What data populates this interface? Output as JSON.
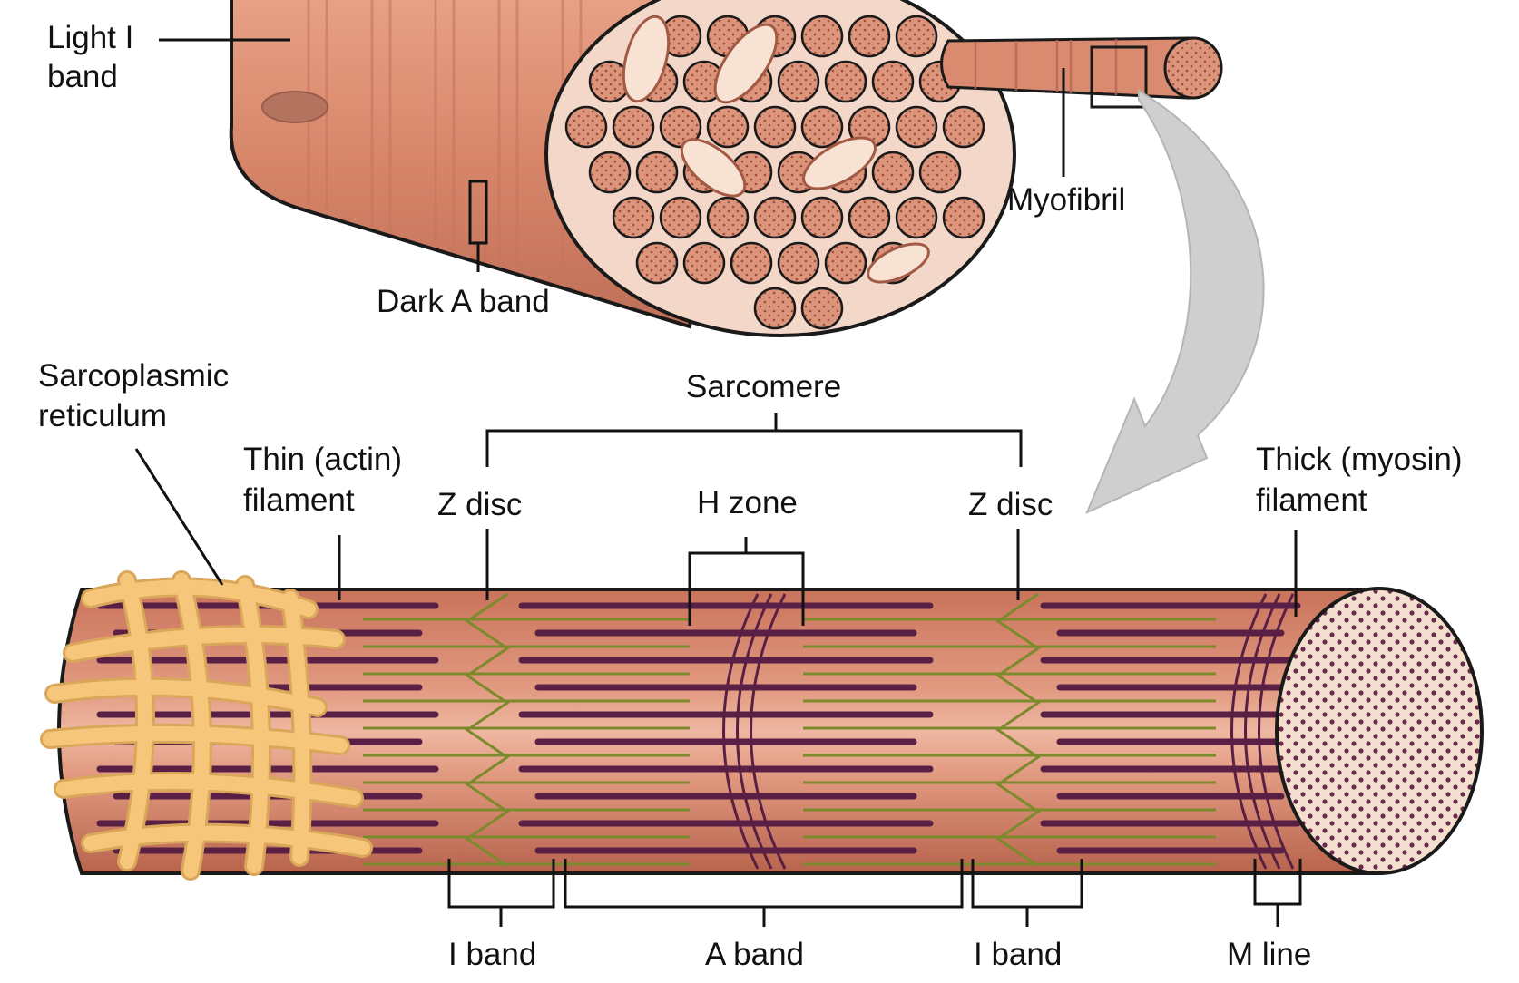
{
  "labels": {
    "light_i_band_line1": "Light I",
    "light_i_band_line2": "band",
    "dark_a_band": "Dark A band",
    "myofibril": "Myofibril",
    "sarcoplasmic_line1": "Sarcoplasmic",
    "sarcoplasmic_line2": "reticulum",
    "sarcomere": "Sarcomere",
    "thin_line1": "Thin (actin)",
    "thin_line2": "filament",
    "z_disc_left": "Z disc",
    "h_zone": "H zone",
    "z_disc_right": "Z disc",
    "thick_line1": "Thick (myosin)",
    "thick_line2": "filament",
    "i_band_left": "I band",
    "a_band": "A band",
    "i_band_right": "I band",
    "m_line": "M line"
  },
  "colors": {
    "muscle": "#d98a6f",
    "muscle_dark": "#c46f56",
    "cross_section": "#f3d7c8",
    "myosin": "#5a1f45",
    "actin": "#7c8a2c",
    "reticulum": "#f6c77a",
    "arrow": "#c9c9c9"
  }
}
